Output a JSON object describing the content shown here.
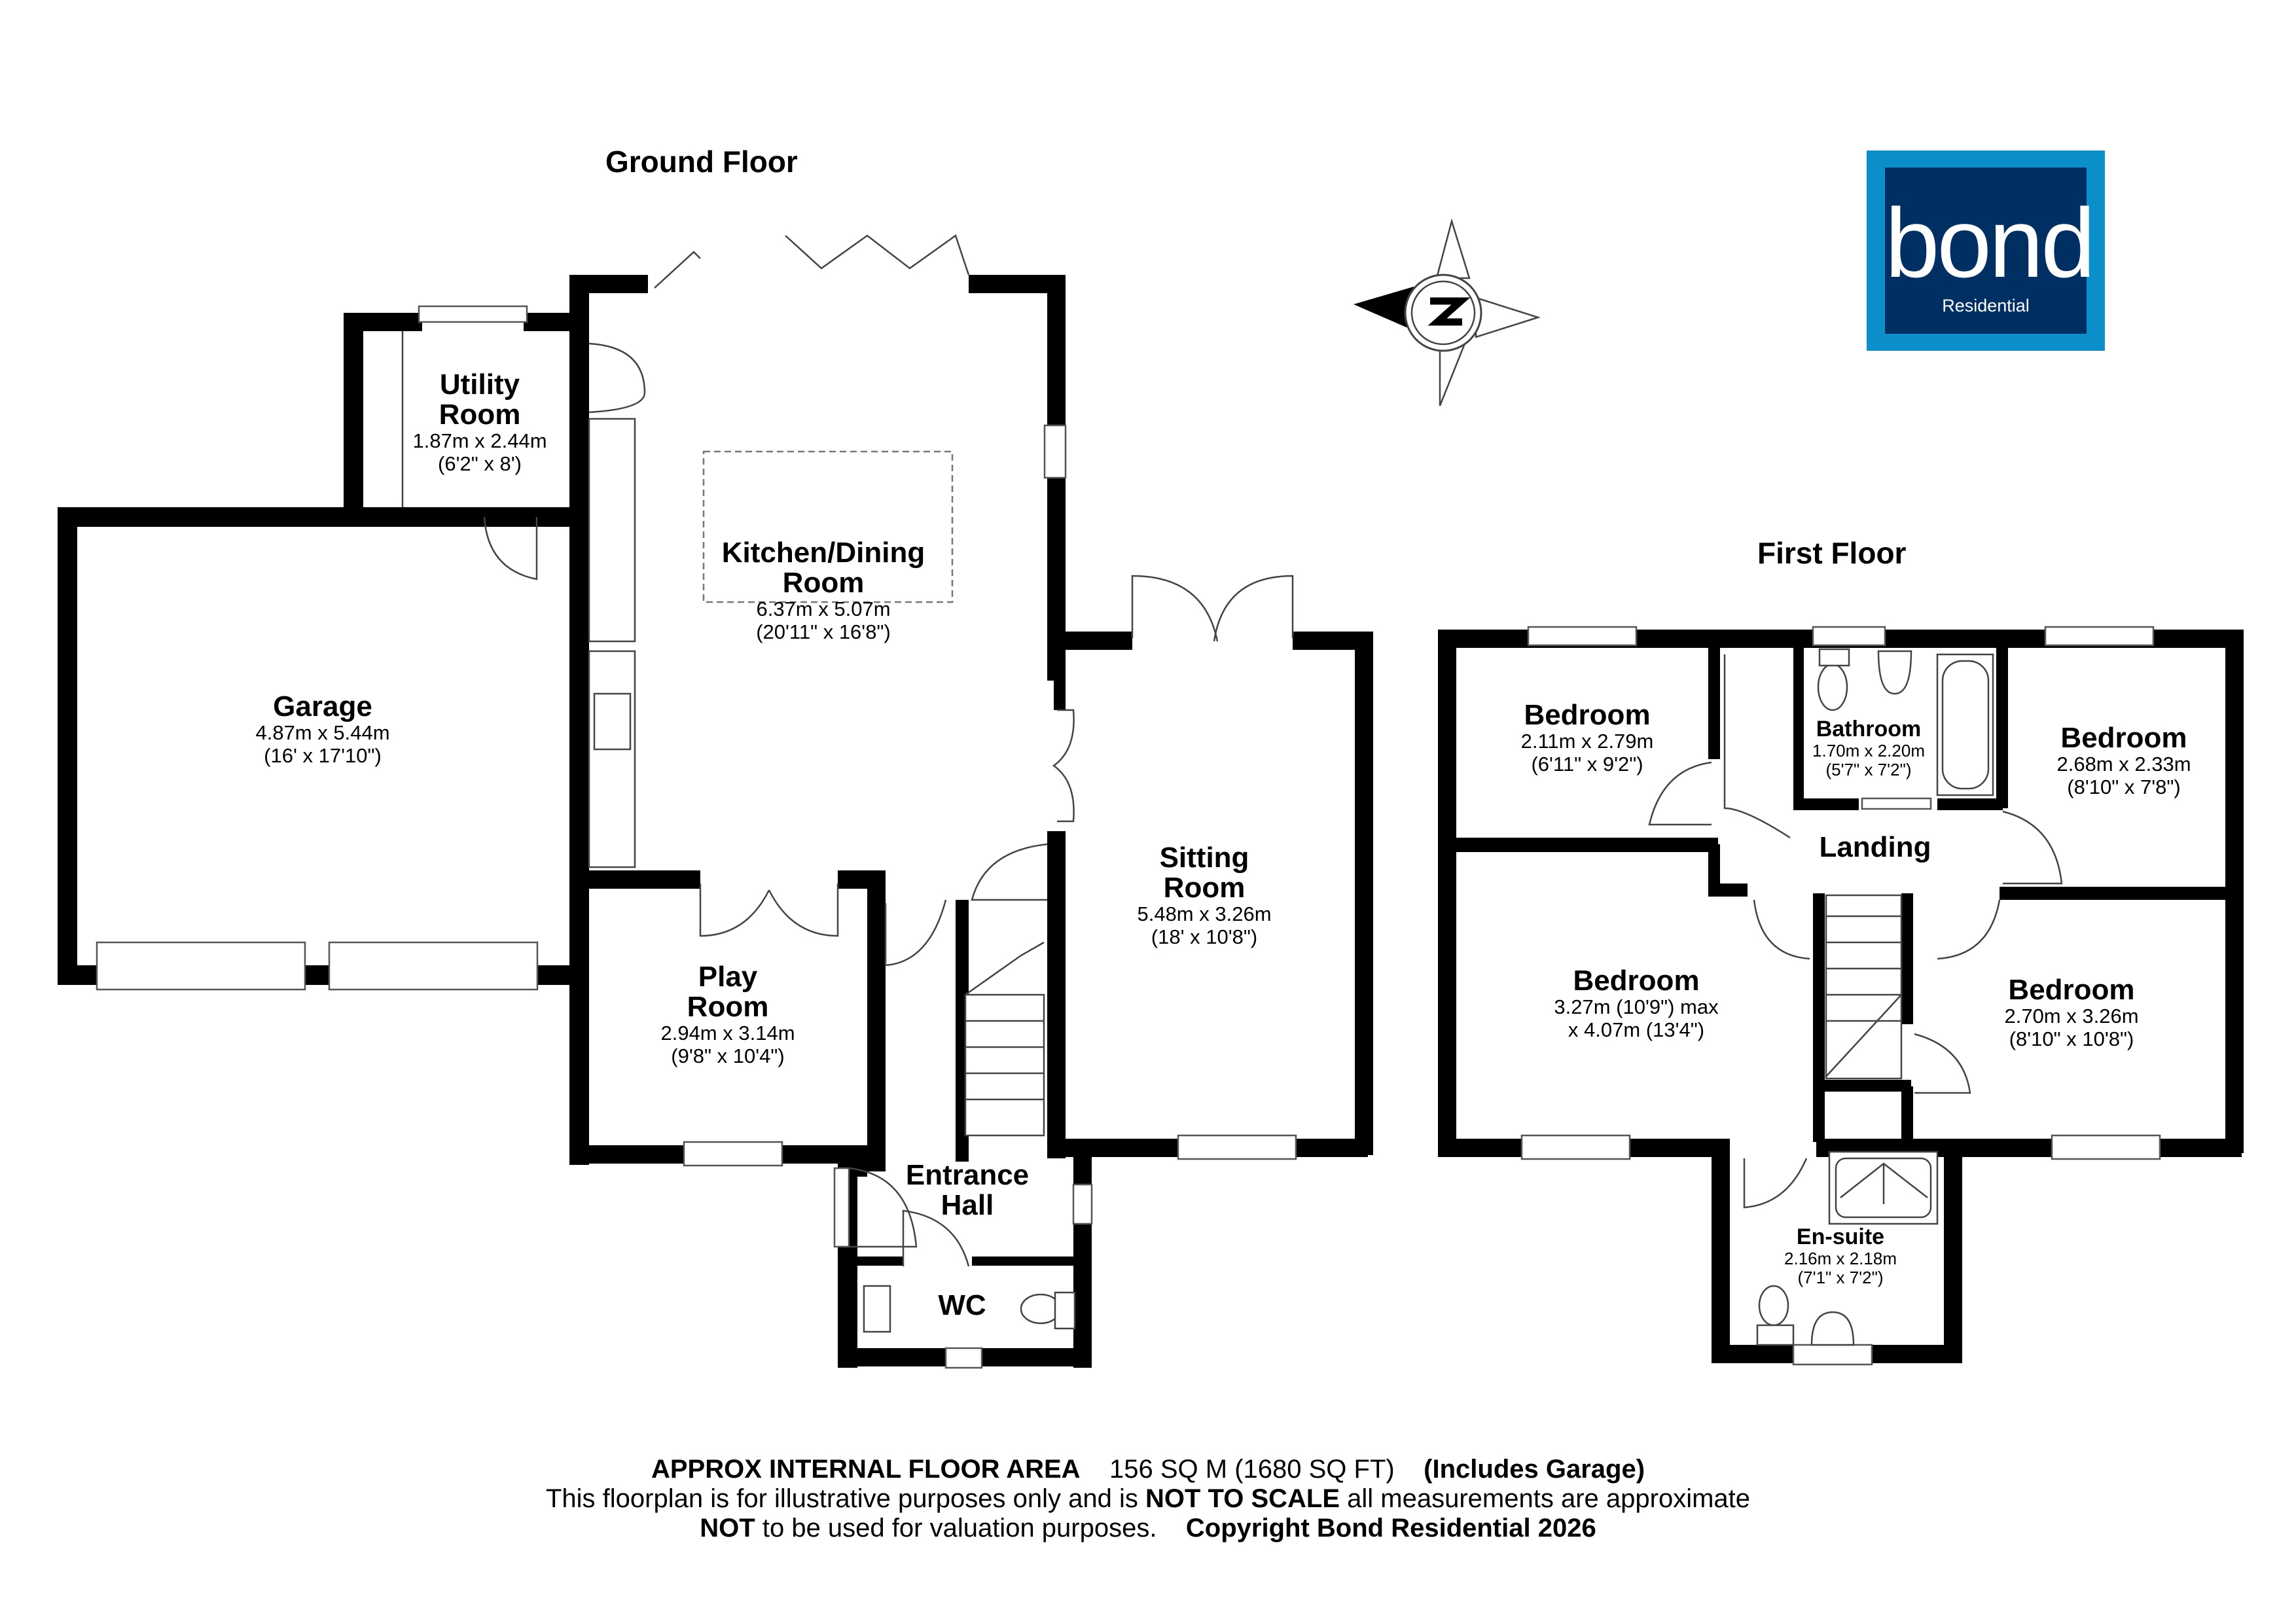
{
  "floors": {
    "ground": {
      "title": "Ground Floor",
      "rooms": [
        {
          "id": "garage",
          "name": "Garage",
          "dim_metric": "4.87m x 5.44m",
          "dim_imperial": "(16' x 17'10\")"
        },
        {
          "id": "utility",
          "name_line1": "Utility",
          "name_line2": "Room",
          "dim_metric": "1.87m x 2.44m",
          "dim_imperial": "(6'2\" x 8')"
        },
        {
          "id": "kitchen",
          "name_line1": "Kitchen/Dining",
          "name_line2": "Room",
          "dim_metric": "6.37m x 5.07m",
          "dim_imperial": "(20'11\" x 16'8\")"
        },
        {
          "id": "sitting",
          "name_line1": "Sitting",
          "name_line2": "Room",
          "dim_metric": "5.48m x 3.26m",
          "dim_imperial": "(18' x 10'8\")"
        },
        {
          "id": "play",
          "name_line1": "Play",
          "name_line2": "Room",
          "dim_metric": "2.94m x 3.14m",
          "dim_imperial": "(9'8\" x 10'4\")"
        },
        {
          "id": "hall",
          "name_line1": "Entrance",
          "name_line2": "Hall"
        },
        {
          "id": "wc",
          "name": "WC"
        }
      ]
    },
    "first": {
      "title": "First Floor",
      "rooms": [
        {
          "id": "bed1",
          "name": "Bedroom",
          "dim_metric": "2.11m x 2.79m",
          "dim_imperial": "(6'11\" x 9'2\")"
        },
        {
          "id": "bath",
          "name": "Bathroom",
          "dim_metric": "1.70m x 2.20m",
          "dim_imperial": "(5'7\" x 7'2\")"
        },
        {
          "id": "bed2",
          "name": "Bedroom",
          "dim_metric": "2.68m x 2.33m",
          "dim_imperial": "(8'10\" x 7'8\")"
        },
        {
          "id": "landing",
          "name": "Landing"
        },
        {
          "id": "bed3",
          "name": "Bedroom",
          "dim_line1": "3.27m (10'9\") max",
          "dim_line2": "x 4.07m (13'4\")"
        },
        {
          "id": "bed4",
          "name": "Bedroom",
          "dim_metric": "2.70m x 3.26m",
          "dim_imperial": "(8'10\" x 10'8\")"
        },
        {
          "id": "ensuite",
          "name": "En-suite",
          "dim_metric": "2.16m x 2.18m",
          "dim_imperial": "(7'1\" x 7'2\")"
        }
      ]
    }
  },
  "compass": {
    "icon": "north-arrow-compass-icon",
    "letter": "N",
    "direction": "west"
  },
  "logo": {
    "brand": "bond",
    "sub": "Residential",
    "outer_color": "#0a8fcb",
    "inner_color": "#003063"
  },
  "footer": {
    "line1_bold": "APPROX INTERNAL FLOOR AREA",
    "line1_area": "156 SQ M (1680 SQ FT)",
    "line1_note": "(Includes Garage)",
    "line2_pre": "This floorplan is for illustrative purposes only and is",
    "line2_bold": "NOT TO SCALE",
    "line2_post": "all measurements are approximate",
    "line3_bold": "NOT",
    "line3_post": "to be used for valuation purposes.",
    "line3_copyright": "Copyright Bond Residential 2026"
  }
}
